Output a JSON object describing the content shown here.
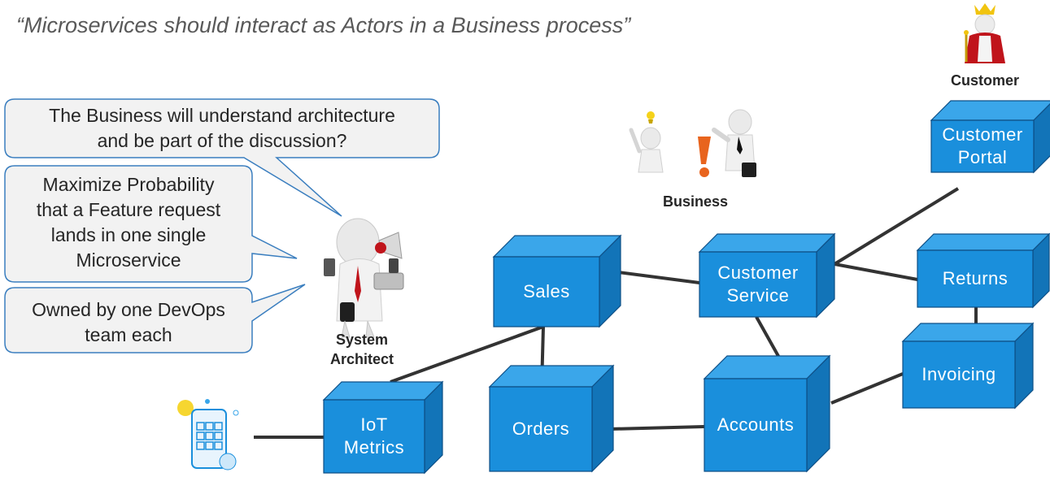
{
  "title": "“Microservices should interact as Actors in a Business process”",
  "colors": {
    "box_front": "#1a8fdc",
    "box_top": "#3aa6ea",
    "box_side": "#1274b8",
    "box_stroke": "#0e4f86",
    "line": "#333333",
    "bubble_fill": "#f2f2f2",
    "bubble_stroke": "#3a7ebf"
  },
  "bubbles": [
    {
      "id": "architecture",
      "lines": [
        "The Business will understand architecture",
        "and be part of the discussion?"
      ]
    },
    {
      "id": "probability",
      "lines": [
        "Maximize Probability",
        "that a Feature request",
        "lands in one single",
        "Microservice"
      ]
    },
    {
      "id": "devops",
      "lines": [
        "Owned by one DevOps",
        "team each"
      ]
    }
  ],
  "actors": {
    "system_architect": {
      "lines": [
        "System",
        "Architect"
      ],
      "icon": "architect-figure-icon"
    },
    "business": {
      "label": "Business",
      "icon": "business-people-icon"
    },
    "customer": {
      "label": "Customer",
      "icon": "king-figure-icon"
    },
    "device": {
      "icon": "smartphone-iot-icon"
    }
  },
  "services": [
    {
      "id": "customer_portal",
      "lines": [
        "Customer",
        "Portal"
      ]
    },
    {
      "id": "sales",
      "lines": [
        "Sales"
      ]
    },
    {
      "id": "customer_service",
      "lines": [
        "Customer",
        "Service"
      ]
    },
    {
      "id": "returns",
      "lines": [
        "Returns"
      ]
    },
    {
      "id": "invoicing",
      "lines": [
        "Invoicing"
      ]
    },
    {
      "id": "iot_metrics",
      "lines": [
        "IoT",
        "Metrics"
      ]
    },
    {
      "id": "orders",
      "lines": [
        "Orders"
      ]
    },
    {
      "id": "accounts",
      "lines": [
        "Accounts"
      ]
    }
  ],
  "connections": [
    [
      "device",
      "iot_metrics"
    ],
    [
      "iot_metrics",
      "sales"
    ],
    [
      "sales",
      "orders"
    ],
    [
      "sales",
      "customer_service"
    ],
    [
      "customer_service",
      "customer_portal"
    ],
    [
      "customer_service",
      "returns"
    ],
    [
      "customer_service",
      "accounts"
    ],
    [
      "returns",
      "invoicing"
    ],
    [
      "invoicing",
      "accounts"
    ],
    [
      "orders",
      "accounts"
    ]
  ]
}
